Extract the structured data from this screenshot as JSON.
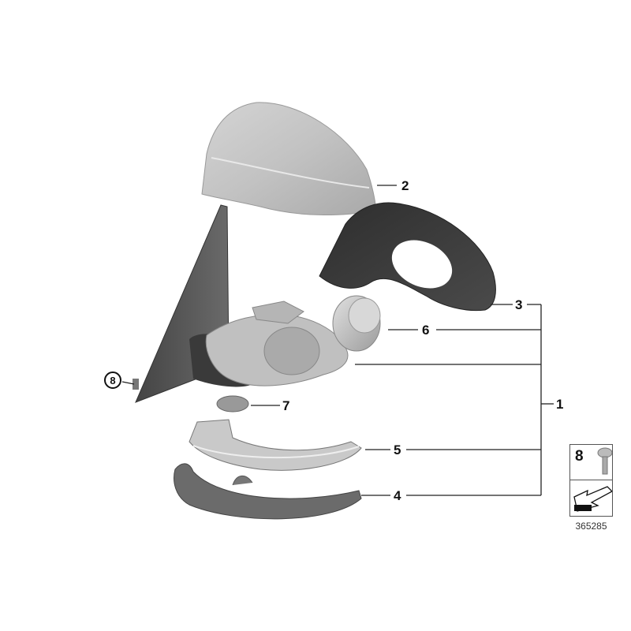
{
  "diagram": {
    "type": "exploded parts diagram",
    "subject": "exterior side mirror assembly",
    "diagram_id": "365285",
    "callouts": [
      {
        "num": "1",
        "part": "mirror assembly (bracket group)"
      },
      {
        "num": "2",
        "part": "mirror cap cover"
      },
      {
        "num": "3",
        "part": "mirror housing frame"
      },
      {
        "num": "4",
        "part": "lower mirror cover trim"
      },
      {
        "num": "5",
        "part": "turn signal light strip"
      },
      {
        "num": "6",
        "part": "mirror glass motor"
      },
      {
        "num": "7",
        "part": "cover plate"
      },
      {
        "num": "8",
        "part": "screw"
      }
    ],
    "legend": {
      "item_num": "8",
      "item": "screw",
      "symbol": "arrow-icon"
    },
    "colors": {
      "line": "#222222",
      "cap": "#b9b9b9",
      "frame": "#3a3a3a",
      "base": "#5a5a5a",
      "motor": "#c8c8c8"
    }
  }
}
